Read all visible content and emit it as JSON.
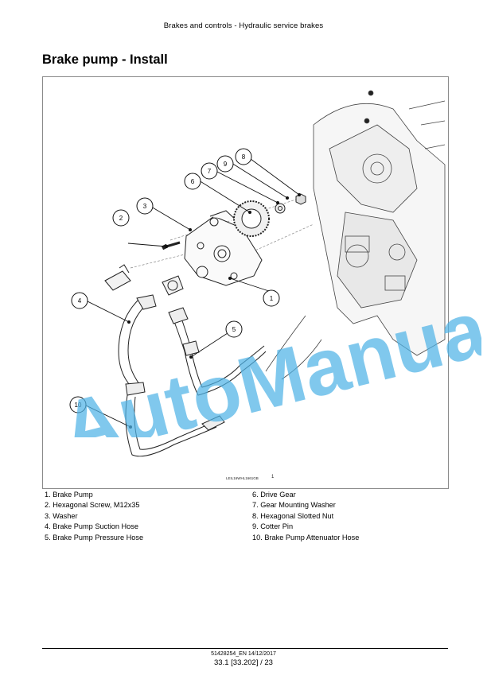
{
  "header": {
    "title": "Brakes and controls - Hydraulic service brakes"
  },
  "section": {
    "title": "Brake pump - Install"
  },
  "figure": {
    "code": "LEIL16WHL1661GB",
    "number": "1",
    "callouts": [
      "1",
      "2",
      "3",
      "4",
      "5",
      "6",
      "7",
      "8",
      "9",
      "10"
    ]
  },
  "legend": {
    "left": [
      "1. Brake Pump",
      "2. Hexagonal Screw, M12x35",
      "3. Washer",
      "4. Brake Pump Suction Hose",
      "5. Brake Pump Pressure Hose"
    ],
    "right": [
      "6. Drive Gear",
      "7. Gear Mounting Washer",
      "8. Hexagonal Slotted Nut",
      "9. Cotter Pin",
      "10. Brake Pump Attenuator Hose"
    ]
  },
  "watermark": {
    "text": "AutoManual",
    "color": "#4fb3e6"
  },
  "footer": {
    "doc": "51428254_EN 14/12/2017",
    "page": "33.1 [33.202] / 23"
  }
}
